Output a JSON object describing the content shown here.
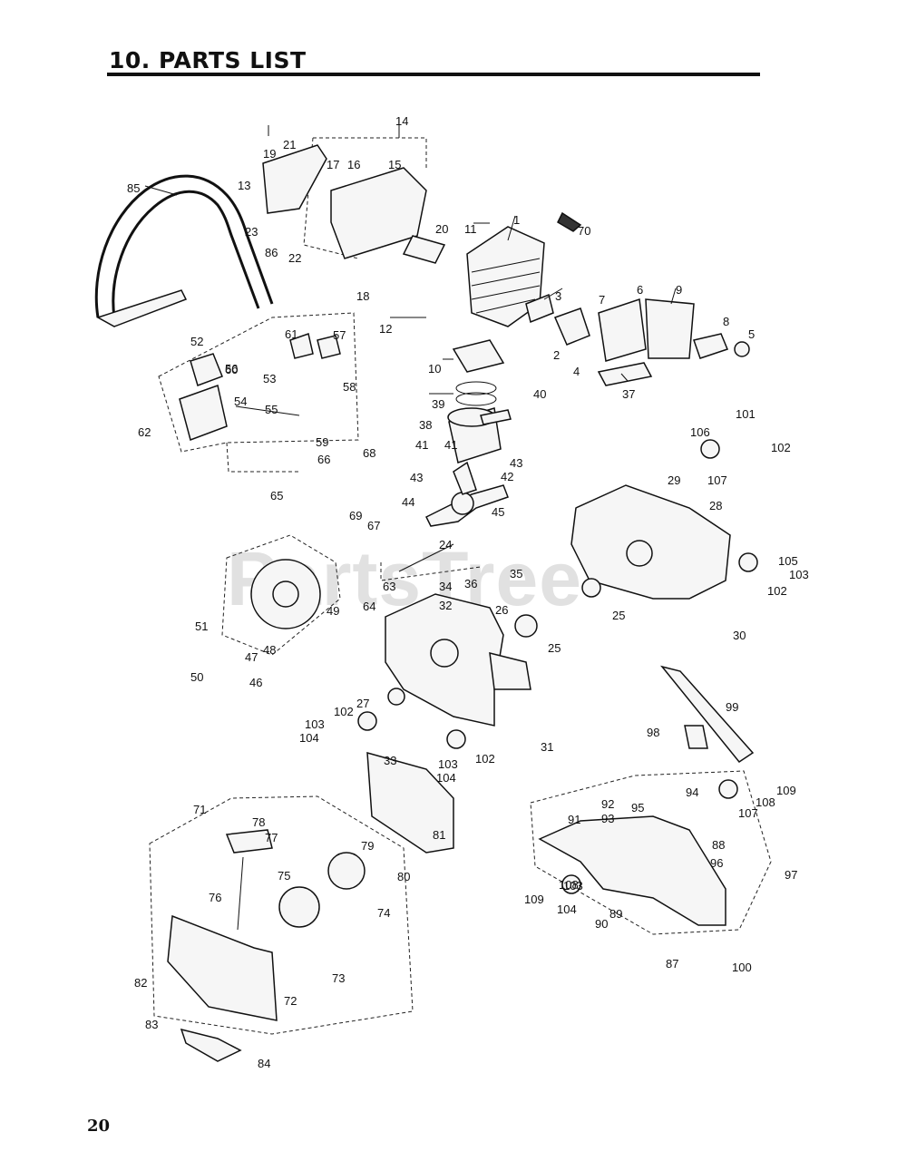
{
  "header": {
    "title": "10. PARTS LIST"
  },
  "watermark": {
    "text": "PartsTree"
  },
  "footer": {
    "page_number": "20"
  },
  "callouts": [
    "1",
    "2",
    "3",
    "4",
    "5",
    "6",
    "7",
    "8",
    "9",
    "10",
    "11",
    "12",
    "13",
    "14",
    "15",
    "16",
    "17",
    "18",
    "19",
    "20",
    "21",
    "22",
    "23",
    "24",
    "25",
    "25",
    "26",
    "27",
    "28",
    "29",
    "30",
    "31",
    "32",
    "33",
    "34",
    "35",
    "36",
    "37",
    "38",
    "39",
    "40",
    "41",
    "41",
    "42",
    "43",
    "43",
    "44",
    "45",
    "46",
    "47",
    "48",
    "49",
    "50",
    "51",
    "52",
    "53",
    "54",
    "55",
    "56",
    "57",
    "58",
    "59",
    "60",
    "61",
    "62",
    "63",
    "64",
    "65",
    "66",
    "67",
    "68",
    "69",
    "70",
    "71",
    "72",
    "73",
    "74",
    "75",
    "76",
    "77",
    "78",
    "79",
    "80",
    "81",
    "82",
    "83",
    "84",
    "85",
    "86",
    "87",
    "88",
    "89",
    "90",
    "91",
    "92",
    "93",
    "94",
    "95",
    "96",
    "97",
    "98",
    "99",
    "100",
    "101",
    "102",
    "102",
    "102",
    "102",
    "103",
    "103",
    "103",
    "103",
    "104",
    "104",
    "104",
    "105",
    "106",
    "107",
    "107",
    "108",
    "108",
    "109",
    "109"
  ]
}
